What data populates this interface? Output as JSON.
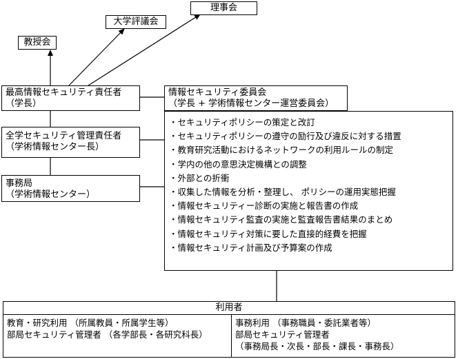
{
  "boards": {
    "faculty": "教授会",
    "university_council": "大学評議会",
    "board_of_directors": "理事会"
  },
  "roles": {
    "ciso": [
      "最高情報セキュリティ責任者",
      "（学長）"
    ],
    "campus_security_manager": [
      "全学セキュリティ管理責任者",
      "（学術情報センター長）"
    ],
    "secretariat": [
      "事務局",
      "（学術情報センター）"
    ]
  },
  "committee": {
    "title": "情報セキュリティ委員会",
    "members": "（学長 + 学術情報センター運営委員会）",
    "duties": [
      "・セキュリティポリシーの策定と改訂",
      "・セキュリティポリシーの遵守の励行及び違反に対する措置",
      "・教育研究活動におけるネットワークの利用ルールの制定",
      "・学内の他の意思決定機構との調整",
      "・外部との折衝",
      "・収集した情報を分析・整理し、 ポリシーの運用実態把握",
      "・情報セキュリティー診断の実施と報告書の作成",
      "・情報セキュリティ監査の実施と監査報告書結果のまとめ",
      "・情報セキュリティ対策に要した直接的経費を把握",
      "・情報セキュリティ計画及び予算案の作成"
    ]
  },
  "users": {
    "title": "利用者",
    "left": [
      "教育・研究利用 （所属教員・所属学生等）",
      "部局セキュリティ管理者 （各学部長・各研究科長）"
    ],
    "right": [
      "事務利用 （事務職員・委託業者等）",
      "部局セキュリティ管理者",
      "（事務局長・次長・部長・課長・事務長）"
    ]
  }
}
